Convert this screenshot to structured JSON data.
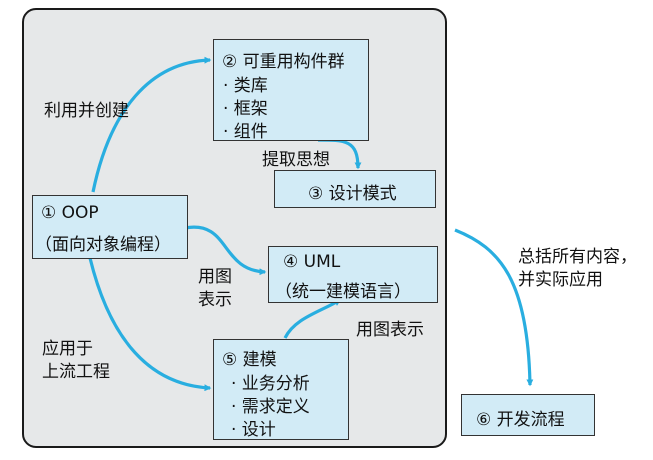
{
  "colors": {
    "frame_bg": "#e6e8e9",
    "box_bg": "#d2ebf6",
    "arrow": "#29aee0",
    "border": "#1a1a1a"
  },
  "nodes": {
    "oop": {
      "title": "① OOP",
      "subtitle": "（面向对象编程）"
    },
    "components": {
      "title": "② 可重用构件群",
      "items": [
        "· 类库",
        "· 框架",
        "· 组件"
      ]
    },
    "patterns": {
      "title": "③ 设计模式"
    },
    "uml": {
      "title": "④ UML",
      "subtitle": "（统一建模语言）"
    },
    "modeling": {
      "title": "⑤ 建模",
      "items": [
        "· 业务分析",
        "· 需求定义",
        "· 设计"
      ]
    },
    "process": {
      "title": "⑥ 开发流程"
    }
  },
  "edges": {
    "use_create": "利用并创建",
    "extract_idea": "提取思想",
    "diagram_left_1": "用图",
    "diagram_left_2": "表示",
    "diagram_right": "用图表示",
    "apply_1": "应用于",
    "apply_2": "上流工程",
    "summary_1": "总括所有内容，",
    "summary_2": "并实际应用"
  }
}
